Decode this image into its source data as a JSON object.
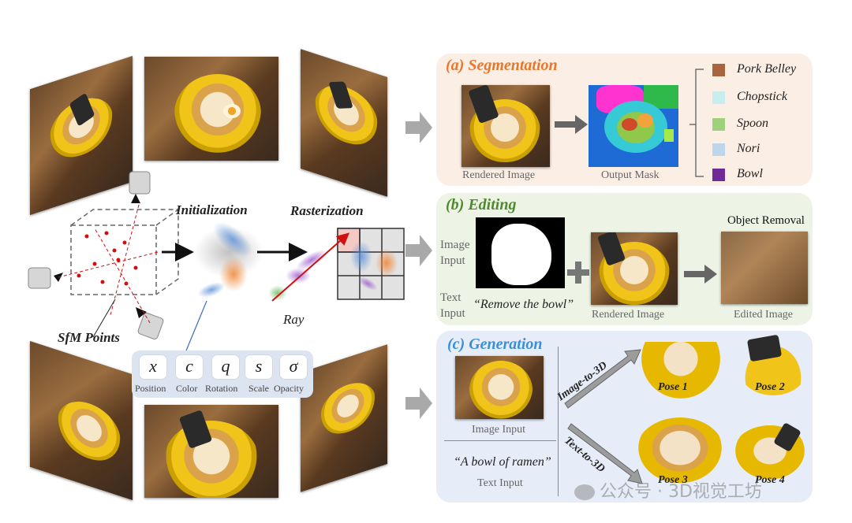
{
  "left": {
    "init_label": "Initialization",
    "raster_label": "Rasterization",
    "ray_label": "Ray",
    "sfm_label": "SfM Points",
    "params": [
      {
        "symbol": "x",
        "label": "Position"
      },
      {
        "symbol": "c",
        "label": "Color"
      },
      {
        "symbol": "q",
        "label": "Rotation"
      },
      {
        "symbol": "s",
        "label": "Scale"
      },
      {
        "symbol": "σ",
        "label": "Opacity"
      }
    ]
  },
  "segmentation": {
    "title": "(a) Segmentation",
    "title_color": "#e8772e",
    "bg_color": "#fbeee4",
    "rendered_caption": "Rendered Image",
    "mask_caption": "Output Mask",
    "legend": [
      {
        "label": "Pork Belley",
        "color": "#a8643f"
      },
      {
        "label": "Chopstick",
        "color": "#c9ecef"
      },
      {
        "label": "Spoon",
        "color": "#9fd17c"
      },
      {
        "label": "Nori",
        "color": "#bcd6ee"
      },
      {
        "label": "Bowl",
        "color": "#6f2a95"
      }
    ]
  },
  "editing": {
    "title": "(b) Editing",
    "title_color": "#4f8a2c",
    "bg_color": "#edf4e6",
    "image_input_label": "Image\nInput",
    "text_input_label": "Text\nInput",
    "prompt": "“Remove the bowl”",
    "rendered_caption": "Rendered Image",
    "object_removal": "Object Removal",
    "edited_caption": "Edited Image"
  },
  "generation": {
    "title": "(c) Generation",
    "title_color": "#3a8fd6",
    "bg_color": "#e6edf8",
    "image_input_caption": "Image Input",
    "prompt": "“A bowl of ramen”",
    "text_input_caption": "Text Input",
    "image_to_3d": "Image-to-3D",
    "text_to_3d": "Text-to-3D",
    "poses": [
      "Pose 1",
      "Pose 2",
      "Pose 3",
      "Pose 4"
    ]
  },
  "watermark": "公众号 · 3D视觉工坊"
}
